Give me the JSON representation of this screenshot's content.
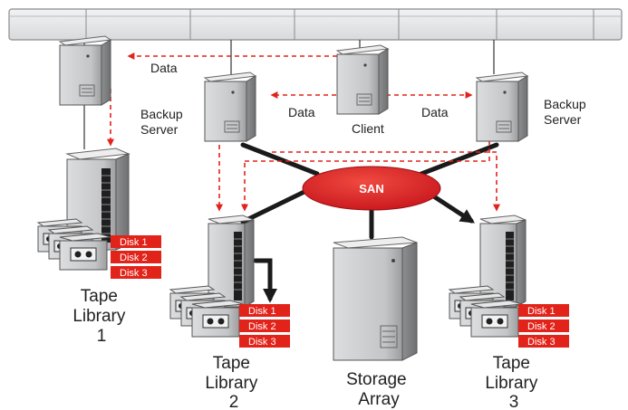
{
  "colors": {
    "accent_red": "#e2231a",
    "dashed_red": "#e2231a",
    "server_gray": "#c8c9ca",
    "network_bar": "#e6e7e8",
    "thick_line": "#222222"
  },
  "labels": {
    "data_top": "Data",
    "data_left": "Data",
    "data_right": "Data",
    "client": "Client",
    "backup_server_left": [
      "Backup",
      "Server"
    ],
    "backup_server_right": [
      "Backup",
      "Server"
    ],
    "san": "SAN",
    "tape_library_1": [
      "Tape",
      "Library",
      "1"
    ],
    "tape_library_2": [
      "Tape",
      "Library",
      "2"
    ],
    "tape_library_3": [
      "Tape",
      "Library",
      "3"
    ],
    "storage_array": [
      "Storage",
      "Array"
    ]
  },
  "disks": {
    "group_1": [
      "Disk 1",
      "Disk 2",
      "Disk 3"
    ],
    "group_2": [
      "Disk 1",
      "Disk 2",
      "Disk 3"
    ],
    "group_3": [
      "Disk 1",
      "Disk 2",
      "Disk 3"
    ]
  },
  "icons": {
    "server": "server-tower-icon",
    "tape_library": "tape-library-icon",
    "tape_drive": "tape-drive-icon",
    "storage_array": "storage-array-icon"
  }
}
